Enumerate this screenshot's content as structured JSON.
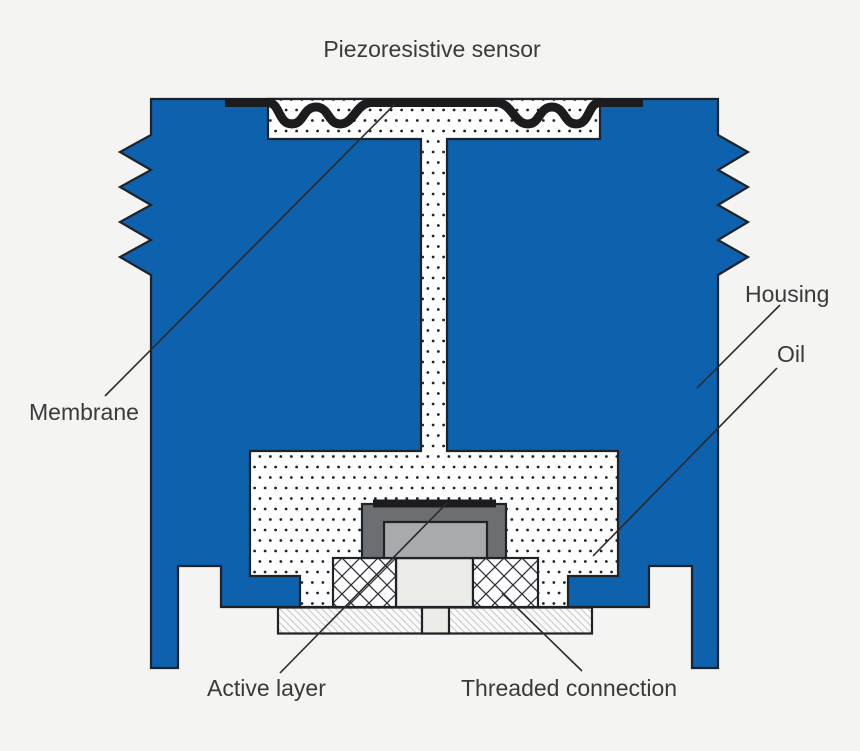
{
  "labels": {
    "title": "Piezoresistive sensor",
    "housing": "Housing",
    "oil": "Oil",
    "membrane": "Membrane",
    "active_layer": "Active layer",
    "threaded_connection": "Threaded connection"
  },
  "colors": {
    "background": "#f4f4f3",
    "housing_blue": "#0d61ad",
    "outline_dark": "#1f2328",
    "membrane_black": "#1c1c1e",
    "chip_dark_gray": "#6b6f72",
    "chip_light_gray": "#a8abac",
    "stem_light_gray": "#ebebe8",
    "cavity_fill_white": "#ffffff",
    "plate_hatch_gray": "#c9c9c9",
    "label_text": "#3a3a3a"
  }
}
